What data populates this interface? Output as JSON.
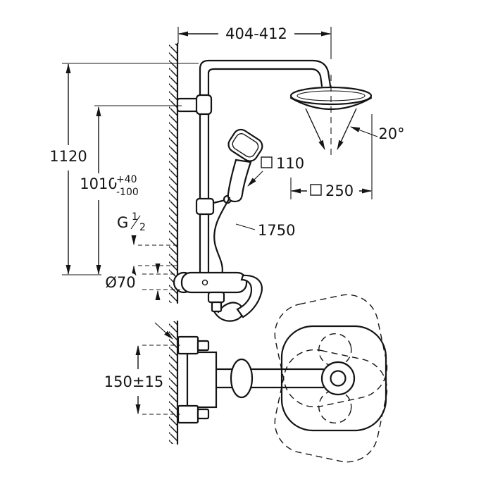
{
  "drawing": {
    "dimensions": {
      "top_width": "404-412",
      "total_height": "1120",
      "pipe_height": {
        "value": "1010",
        "tol_plus": "+40",
        "tol_minus": "-100"
      },
      "thread": {
        "prefix": "G",
        "numerator": "1",
        "denominator": "2"
      },
      "escutcheon_diameter": "Ø70",
      "supply_spacing": "150±15",
      "head_angle": "20°",
      "hand_shower_size": "110",
      "head_shower_size": "250",
      "hose_length": "1750"
    },
    "symbols": {
      "square": "□",
      "diameter": "Ø"
    },
    "colors": {
      "line": "#141414",
      "background": "#ffffff"
    }
  }
}
